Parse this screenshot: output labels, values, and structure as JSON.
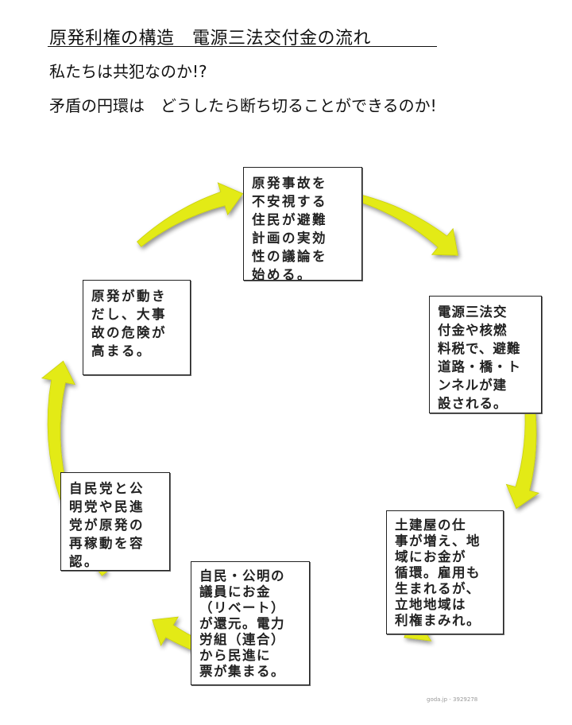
{
  "header": {
    "title": "原発利権の構造　電源三法交付金の流れ",
    "subtitle1": "私たちは共犯なのか!?",
    "subtitle2": "矛盾の円環は　どうしたら断ち切ることができるのか!"
  },
  "cycle": {
    "box1": [
      "原発事故を",
      "不安視する",
      "住民が避難",
      "計画の実効",
      "性の議論を",
      "始める。"
    ],
    "box2": [
      "電源三法交",
      "付金や核燃",
      "料税で、避難",
      "道路・橋・ト",
      "ンネルが建",
      "設される。"
    ],
    "box3": [
      "土建屋の仕",
      "事が増え、地",
      "域にお金が",
      "循環。雇用も",
      "生まれるが、",
      "立地地域は",
      "利権まみれ。"
    ],
    "box4": [
      "自民・公明の",
      "議員にお金",
      "（リベート）",
      "が還元。電力",
      "労組（連合）",
      "から民進に",
      "票が集まる。"
    ],
    "box5": [
      "自民党と公",
      "明党や民進",
      "党が原発の",
      "再稼動を容",
      "認。"
    ],
    "box6": [
      "原発が動き",
      "だし、大事",
      "故の危険が",
      "高まる。"
    ]
  },
  "arrow_color": "#e3ea18",
  "watermark": "goda.jp - 3929278"
}
